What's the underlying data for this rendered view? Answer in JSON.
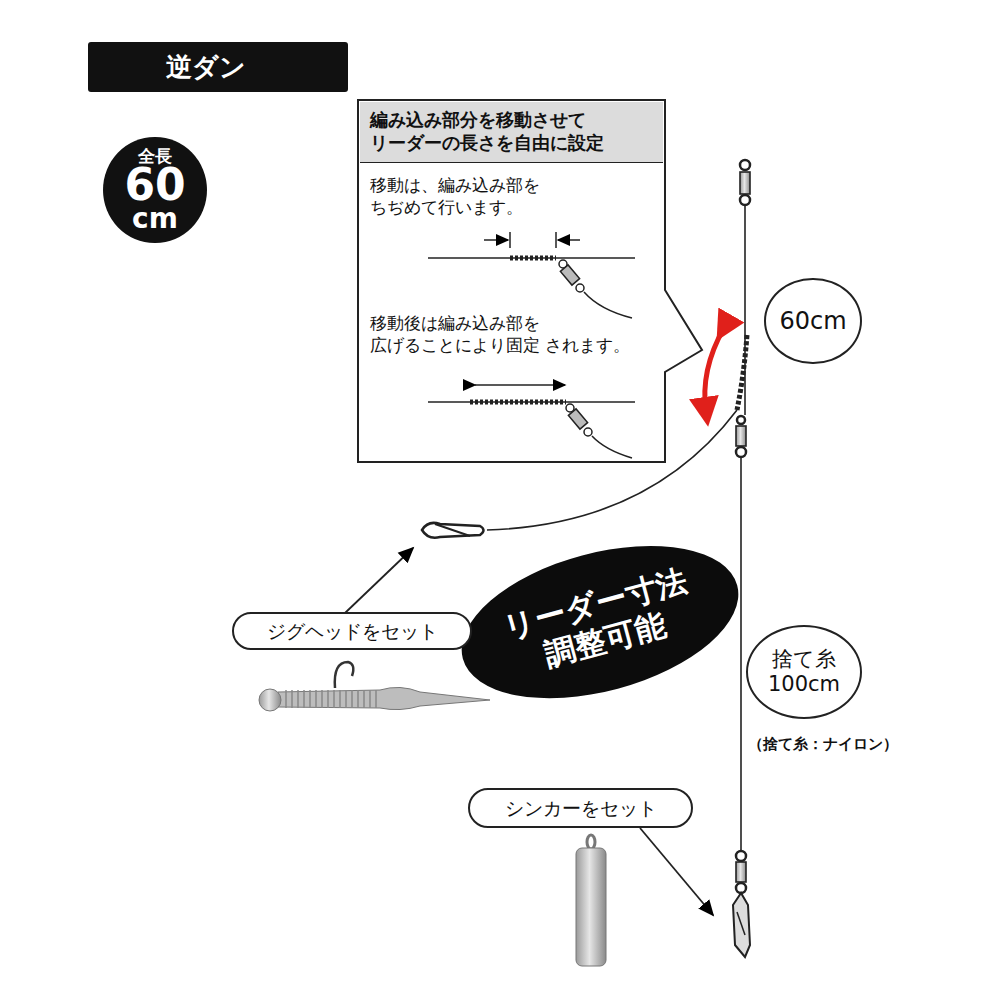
{
  "diagram": {
    "title": "逆ダン",
    "nodes": [
      {
        "text": [
          "全長",
          "60",
          "cm"
        ]
      },
      {
        "text": [
          "編み込み部分を移動させて リーダーの長さを自由に設定",
          "移動は、編み込み部を ちぢめて行います。",
          "移動後は編み込み部を 広げることにより固定 されます。"
        ]
      },
      {
        "text": [
          "60cm"
        ]
      },
      {
        "text": [
          "リーダー寸法 調整可能"
        ]
      },
      {
        "text": [
          "ジグヘッドをセット"
        ]
      },
      {
        "text": [
          "捨て糸 100cm"
        ]
      },
      {
        "text": [
          "シンカーをセット"
        ]
      }
    ],
    "labels": [
      "（捨て糸：ナイロン）"
    ]
  }
}
